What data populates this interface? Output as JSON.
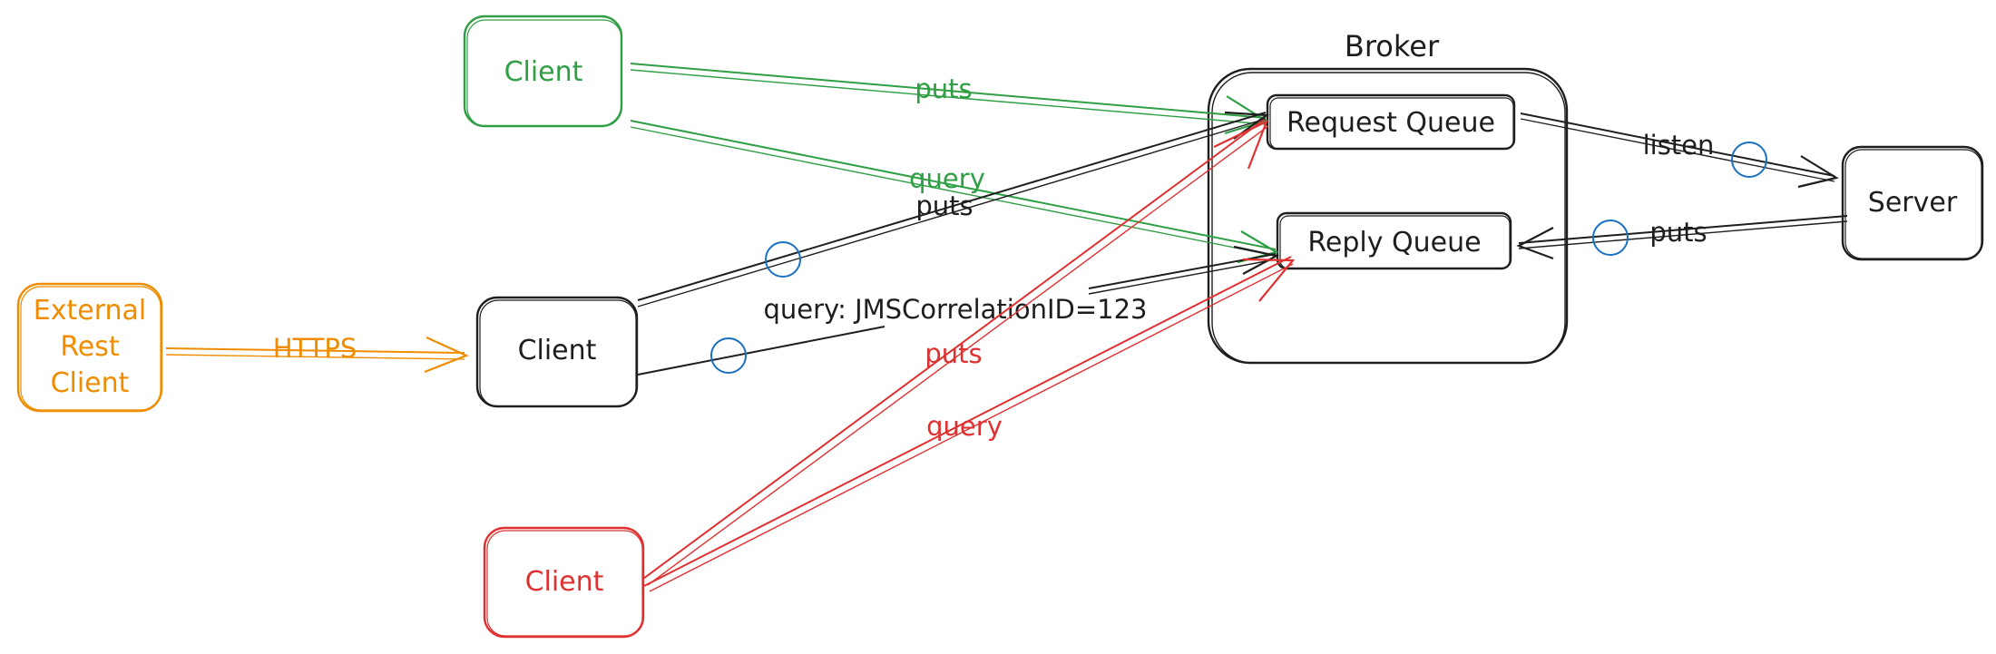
{
  "colors": {
    "black": "#1e1e1e",
    "green": "#2f9e44",
    "red": "#e03131",
    "orange": "#f08c00",
    "blue": "#1971c2",
    "background": "#ffffff"
  },
  "broker": {
    "title": "Broker"
  },
  "nodes": {
    "client_green": "Client",
    "client_black": "Client",
    "client_red": "Client",
    "external_line1": "External",
    "external_line2": "Rest",
    "external_line3": "Client",
    "request_queue": "Request Queue",
    "reply_queue": "Reply Queue",
    "server": "Server"
  },
  "edges": {
    "green_puts": "puts",
    "green_query": "query",
    "black_puts": "puts",
    "black_query": "query: JMSCorrelationID=123",
    "red_puts": "puts",
    "red_query": "query",
    "https": "HTTPS",
    "listen": "listen",
    "server_puts": "puts"
  }
}
